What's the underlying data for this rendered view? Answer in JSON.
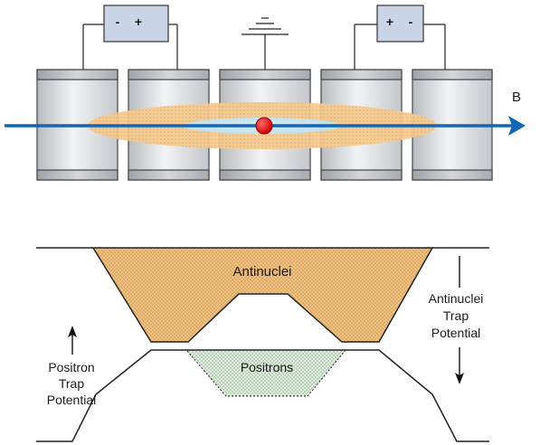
{
  "upper_diagram": {
    "field_label": "B",
    "left_power_supply": {
      "left_sign": "-",
      "right_sign": "+"
    },
    "right_power_supply": {
      "left_sign": "+",
      "right_sign": "-"
    },
    "ground_symbol": "ground-icon",
    "electrode_count": 5,
    "particle_color": "#e01010",
    "beam_color": "#1466b4",
    "cloud_color": "#f6c98c"
  },
  "lower_diagram": {
    "antinuclei_label": "Antinuclei",
    "positrons_label": "Positrons",
    "antinuclei_trap_label": [
      "Antinuclei",
      "Trap",
      "Potential"
    ],
    "positron_trap_label": [
      "Positron",
      "Trap",
      "Potential"
    ],
    "antinuclei_fill": "#f4c27e",
    "positrons_fill": "#dfeedd"
  }
}
